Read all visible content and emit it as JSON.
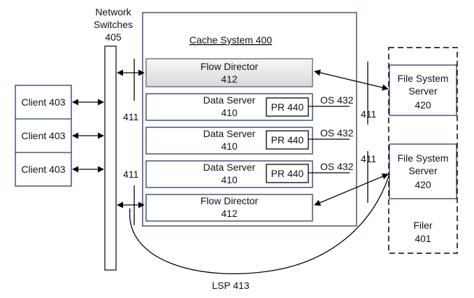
{
  "network_switches": {
    "line1": "Network",
    "line2": "Switches",
    "number": "405"
  },
  "cache_system": {
    "title": "Cache System 400"
  },
  "clients": [
    {
      "label": "Client 403"
    },
    {
      "label": "Client 403"
    },
    {
      "label": "Client 403"
    }
  ],
  "flow_directors": [
    {
      "name": "Flow Director",
      "number": "412"
    },
    {
      "name": "Flow Director",
      "number": "412"
    }
  ],
  "data_servers": [
    {
      "name": "Data Server",
      "number": "410",
      "pr": "PR 440",
      "os": "OS 432"
    },
    {
      "name": "Data Server",
      "number": "410",
      "pr": "PR 440",
      "os": "OS 432"
    },
    {
      "name": "Data Server",
      "number": "410",
      "pr": "PR 440",
      "os": "OS 432"
    }
  ],
  "link_labels": {
    "left_top": "411",
    "left_bottom": "411",
    "right_top": "411",
    "right_bottom": "411"
  },
  "file_servers": [
    {
      "line1": "File System",
      "line2": "Server",
      "number": "420"
    },
    {
      "line1": "File System",
      "line2": "Server",
      "number": "420"
    }
  ],
  "filer": {
    "label": "Filer",
    "number": "401"
  },
  "lsp": {
    "label": "LSP 413"
  },
  "colors": {
    "stroke": "#1f3a6e",
    "flow_director_fill": "#e6e6e6",
    "line": "#000000"
  }
}
